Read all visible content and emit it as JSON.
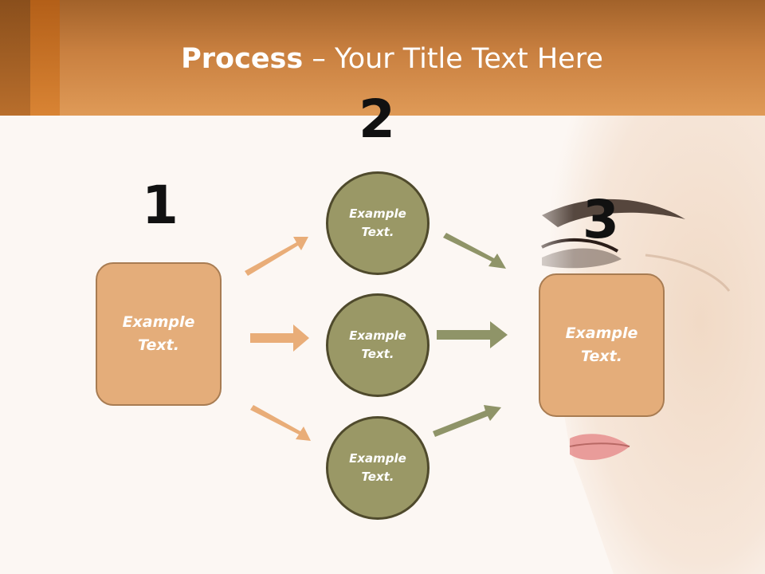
{
  "title": {
    "bold": "Process",
    "rest": " – Your Title Text Here"
  },
  "steps": {
    "one": "1",
    "two": "2",
    "three": "3"
  },
  "box_left": {
    "line1": "Example",
    "line2": "Text."
  },
  "box_right": {
    "line1": "Example",
    "line2": "Text."
  },
  "circles": [
    {
      "line1": "Example",
      "line2": "Text."
    },
    {
      "line1": "Example",
      "line2": "Text."
    },
    {
      "line1": "Example",
      "line2": "Text."
    }
  ],
  "colors": {
    "left_arrow": "#e9ad78",
    "right_arrow": "#8f9468",
    "box": "#e4ad7a",
    "circle": "#9a9866"
  }
}
